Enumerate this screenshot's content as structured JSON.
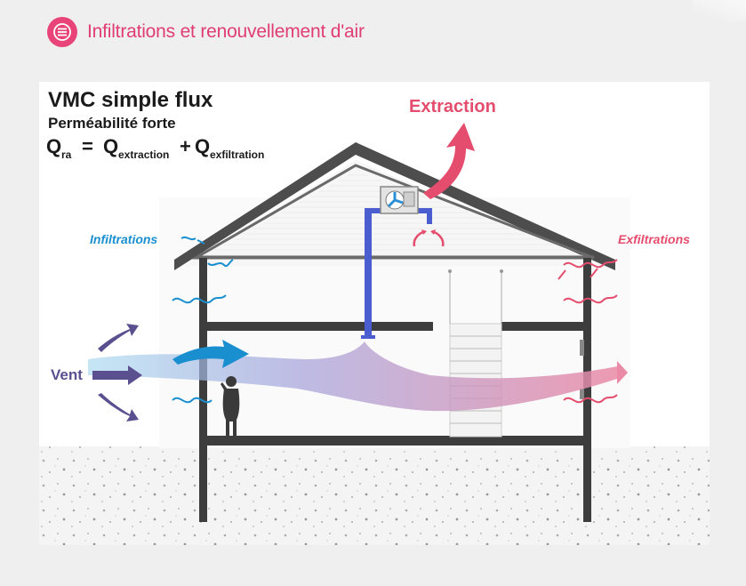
{
  "header": {
    "title": "Infiltrations et renouvellement d'air",
    "icon": "list-circle-icon",
    "accent_color": "#e8447a"
  },
  "diagram": {
    "title": "VMC simple flux",
    "subtitle": "Perméabilité forte",
    "formula": {
      "q": "Q",
      "sub_ra": "ra",
      "equals": "=",
      "sub_extraction": "extraction",
      "plus": "+",
      "sub_exfiltration": "exfiltration"
    },
    "labels": {
      "extraction": "Extraction",
      "infiltrations": "Infiltrations",
      "exfiltrations": "Exfiltrations",
      "vent": "Vent"
    },
    "colors": {
      "extraction": "#e44d6d",
      "infiltrations": "#1a8fd0",
      "vent": "#5a5090",
      "duct": "#4a5ed0"
    }
  }
}
